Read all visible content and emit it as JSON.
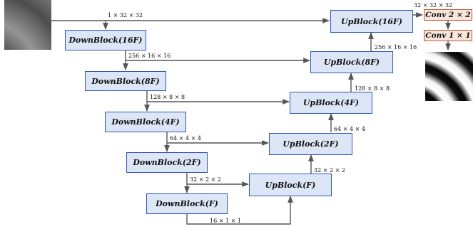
{
  "blocks": {
    "down16": "DownBlock(16F)",
    "down8": "DownBlock(8F)",
    "down4": "DownBlock(4F)",
    "down2": "DownBlock(2F)",
    "down1": "DownBlock(F)",
    "up1": "UpBlock(F)",
    "up2": "UpBlock(2F)",
    "up4": "UpBlock(4F)",
    "up8": "UpBlock(8F)",
    "up16": "UpBlock(16F)",
    "conv2": "Conv 2 × 2",
    "conv1": "Conv 1 × 1"
  },
  "dims": {
    "input": "1 × 32 × 32",
    "d16": "256 × 16 × 16",
    "d8": "128 × 8 × 8",
    "d4": "64 × 4 × 4",
    "d2": "32 × 2 × 2",
    "bottleneck": "16 × 1 × 1",
    "u1": "32 × 2 × 2",
    "u2": "64 × 4 × 4",
    "u4": "128 × 8 × 8",
    "u8": "256 × 16 × 16",
    "u16": "32 × 32 × 32"
  },
  "colors": {
    "block_border": "#2f56b8",
    "block_fill": "#dde6f7",
    "conv_border": "#b8532f",
    "conv_fill": "#f8e6dc",
    "arrow": "#555555"
  },
  "images": {
    "input": "noisy-fringe-pattern-image",
    "output": "clean-fringe-pattern-image"
  }
}
